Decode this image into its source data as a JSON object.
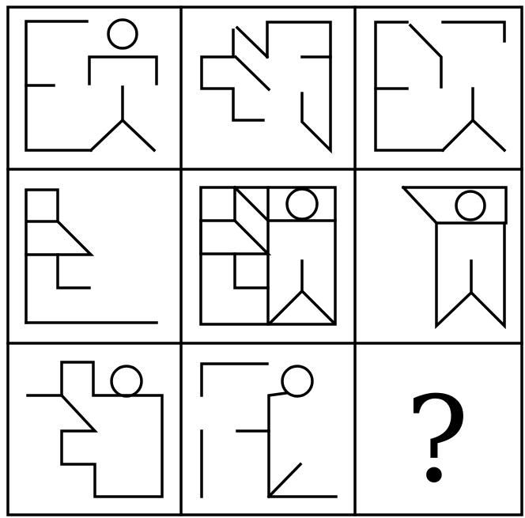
{
  "puzzle": {
    "rows": 3,
    "columns": 3,
    "missing_cell": {
      "row": 3,
      "column": 3,
      "label": "?"
    },
    "colors": {
      "line": "#000000",
      "background": "#ffffff"
    }
  }
}
